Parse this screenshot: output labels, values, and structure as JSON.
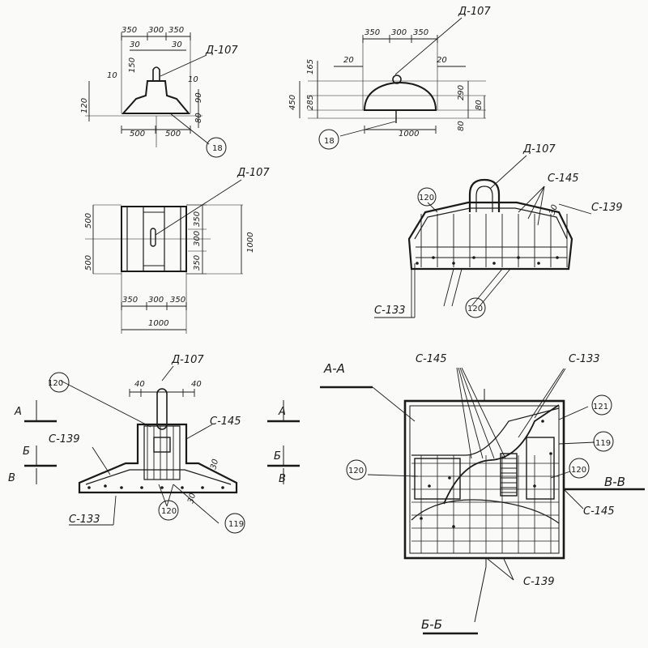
{
  "colors": {
    "ink": "#1a1a1a",
    "paper": "#fafaf8"
  },
  "views": {
    "v1": {
      "dims": [
        "350",
        "300",
        "350",
        "30",
        "30",
        "150",
        "10",
        "10",
        "120",
        "90",
        "80",
        "500",
        "500"
      ],
      "labels": [
        "Д-107"
      ],
      "marks": [
        "18"
      ]
    },
    "v2": {
      "dims": [
        "350",
        "300",
        "350",
        "20",
        "20",
        "165",
        "450",
        "285",
        "290",
        "80",
        "80",
        "1000"
      ],
      "labels": [
        "Д-107"
      ],
      "marks": [
        "18"
      ]
    },
    "v3": {
      "dims": [
        "500",
        "500",
        "350",
        "300",
        "350",
        "1000",
        "350",
        "300",
        "350",
        "1000"
      ],
      "labels": [
        "Д-107"
      ]
    },
    "v4": {
      "dims": [
        "30"
      ],
      "labels": [
        "Д-107",
        "С-145",
        "С-139",
        "С-133"
      ],
      "marks": [
        "120",
        "120"
      ]
    },
    "v5": {
      "dims": [
        "40",
        "40",
        "30",
        "30"
      ],
      "labels": [
        "Д-107",
        "С-145",
        "С-139",
        "С-133"
      ],
      "marks": [
        "120",
        "120",
        "119"
      ],
      "cuts": [
        "А",
        "Б",
        "В",
        "А",
        "Б",
        "В"
      ]
    },
    "v6": {
      "labels": [
        "А-А",
        "С-145",
        "С-133",
        "В-В",
        "С-145",
        "С-139",
        "Б-Б"
      ],
      "marks": [
        "121",
        "119",
        "120",
        "120"
      ]
    }
  }
}
